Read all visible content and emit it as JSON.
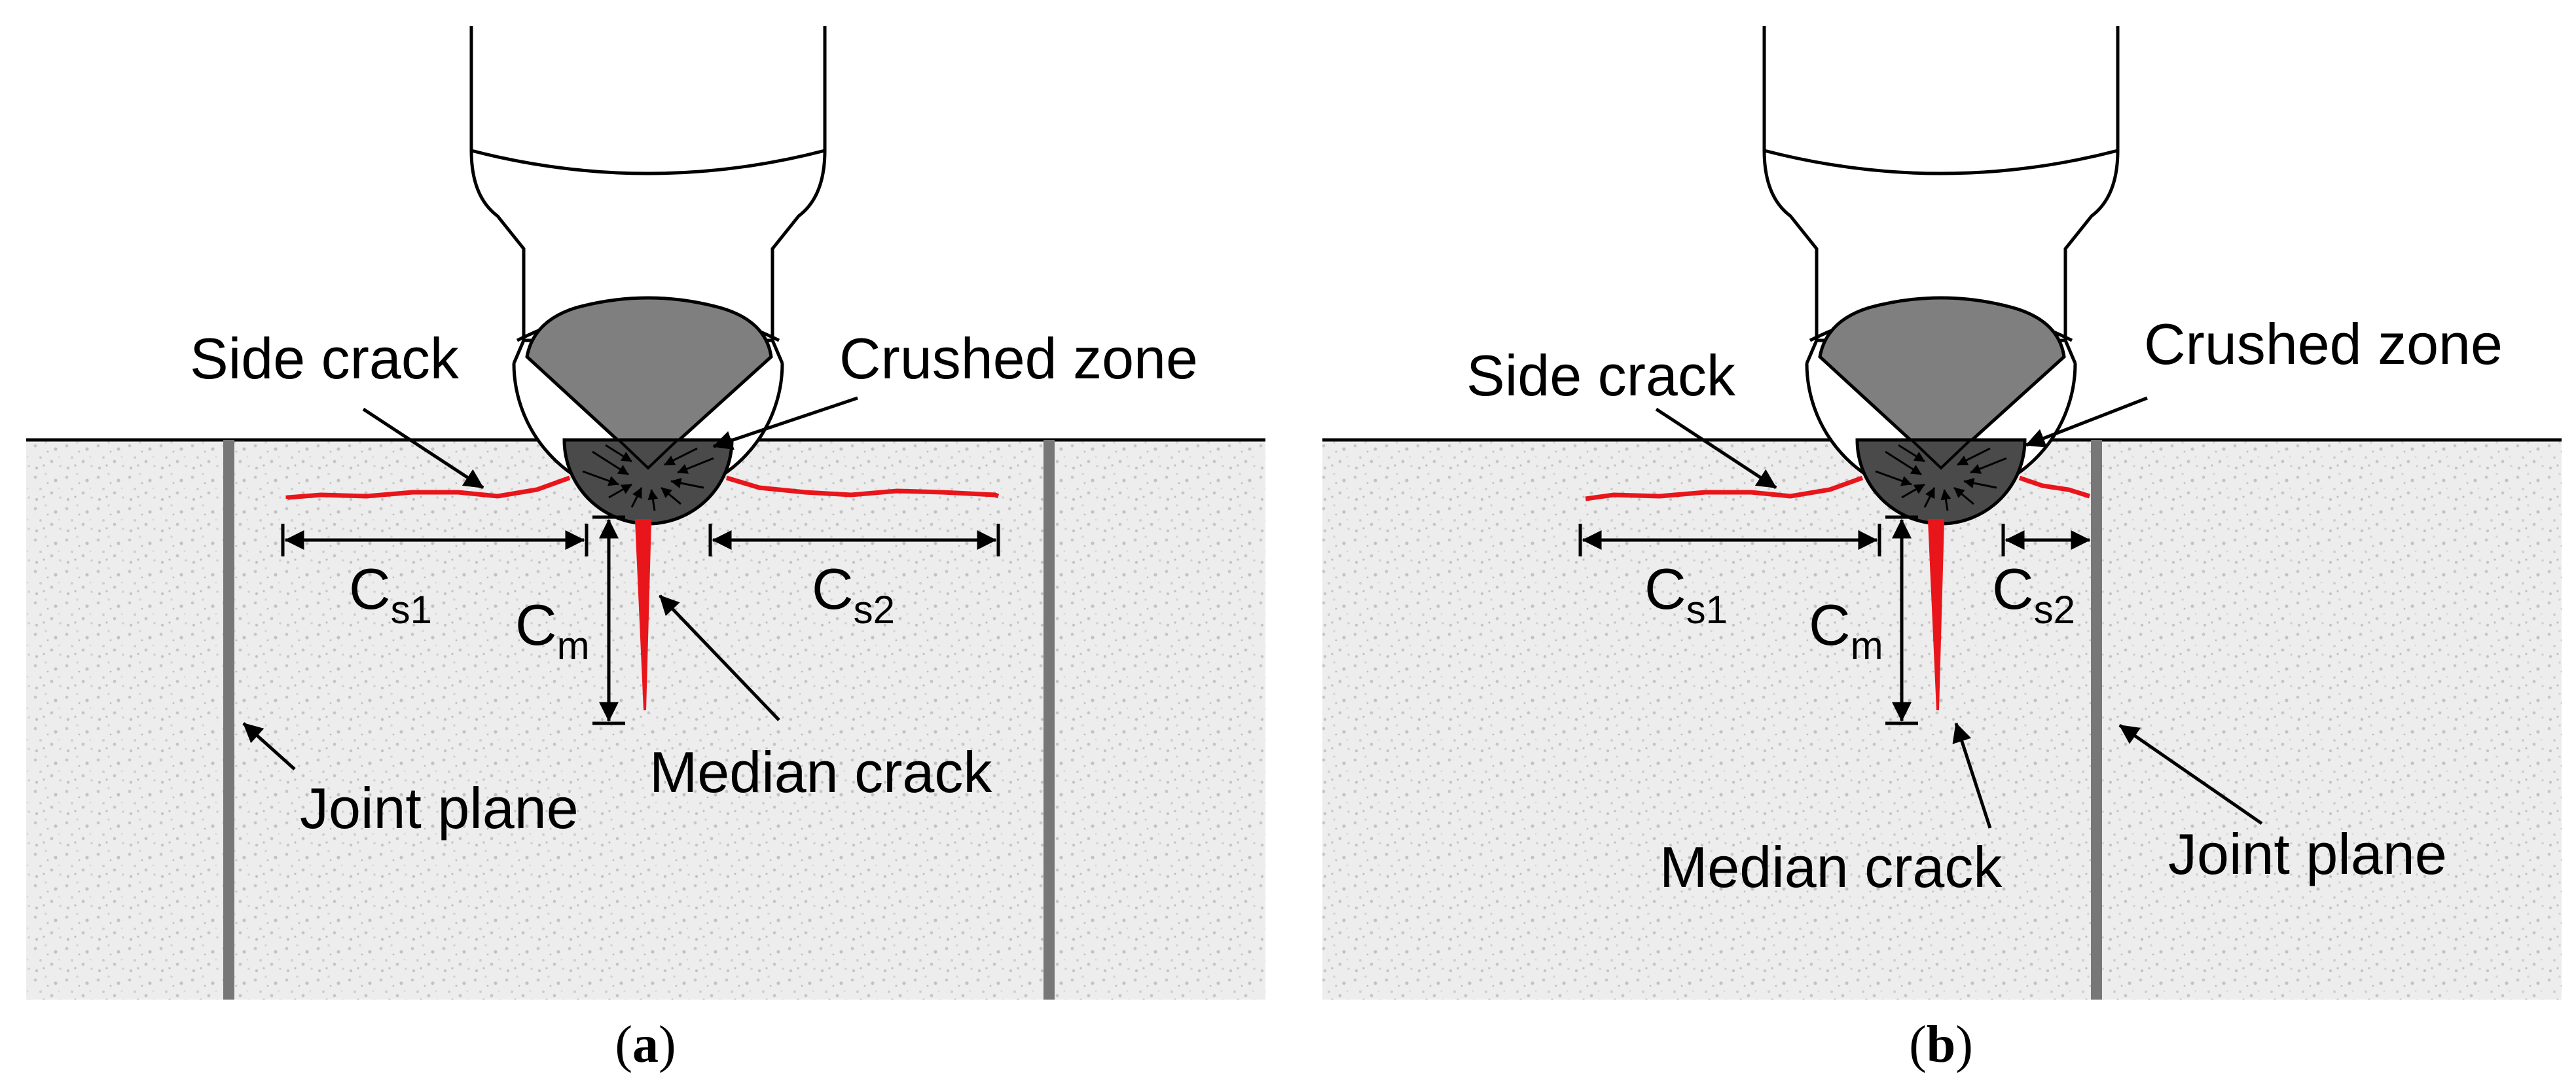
{
  "panels": [
    {
      "id": "a",
      "labels": {
        "side_crack": "Side crack",
        "crushed_zone": "Crushed zone",
        "median_crack": "Median crack",
        "joint_plane": "Joint plane",
        "cs1_main": "C",
        "cs1_sub": "s1",
        "cs2_main": "C",
        "cs2_sub": "s2",
        "cm_main": "C",
        "cm_sub": "m"
      },
      "caption": {
        "open": "(",
        "letter": "a",
        "close": ")"
      }
    },
    {
      "id": "b",
      "labels": {
        "side_crack": "Side crack",
        "crushed_zone": "Crushed zone",
        "median_crack": "Median crack",
        "joint_plane": "Joint plane",
        "cs1_main": "C",
        "cs1_sub": "s1",
        "cs2_main": "C",
        "cs2_sub": "s2",
        "cm_main": "C",
        "cm_sub": "m"
      },
      "caption": {
        "open": "(",
        "letter": "b",
        "close": ")"
      }
    }
  ],
  "colors": {
    "rock": "#ececec",
    "rock_speckle": "#c9c9c9",
    "joint": "#777777",
    "crack": "#e8151b",
    "crushed": "#4a4a4a",
    "bit": "#7f7f7f",
    "outline": "#000000"
  }
}
